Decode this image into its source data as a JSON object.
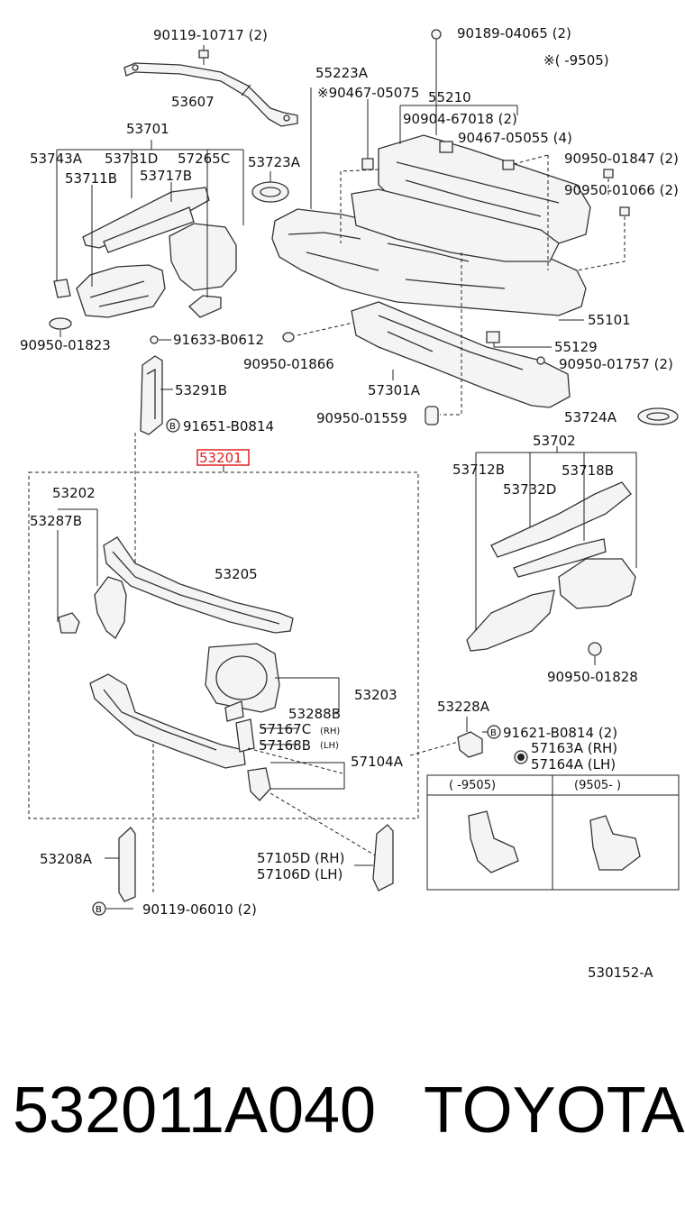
{
  "labels": {
    "p90119_10717": "90119-10717 (2)",
    "p90189_04065": "90189-04065 (2)",
    "note_9505": "※(     -9505)",
    "p53607": "53607",
    "p55223A": "55223A",
    "p90467_05075": "※90467-05075",
    "p55210": "55210",
    "p90904_67018": "90904-67018 (2)",
    "p90467_05055": "90467-05055 (4)",
    "p53701": "53701",
    "p53743A": "53743A",
    "p53731D": "53731D",
    "p57265C": "57265C",
    "p53723A": "53723A",
    "p53711B": "53711B",
    "p53717B": "53717B",
    "p90950_01847": "90950-01847 (2)",
    "p90950_01066": "90950-01066 (2)",
    "p55101": "55101",
    "p90950_01823": "90950-01823",
    "p91633_B0612": "91633-B0612",
    "p90950_01866": "90950-01866",
    "p55129": "55129",
    "p90950_01757": "90950-01757 (2)",
    "p53291B": "53291B",
    "p57301A": "57301A",
    "p90950_01559": "90950-01559",
    "p91651_B0814": "91651-B0814",
    "p53724A": "53724A",
    "p53201": "53201",
    "p53702": "53702",
    "p53712B": "53712B",
    "p53718B": "53718B",
    "p53202": "53202",
    "p53732D": "53732D",
    "p53287B": "53287B",
    "p53205": "53205",
    "p90950_01828": "90950-01828",
    "p53203": "53203",
    "p53288B": "53288B",
    "p53228A": "53228A",
    "p57167C": "57167C",
    "p57167C_side": "(RH)",
    "p57168B": "57168B",
    "p57168B_side": "(LH)",
    "p91621_B0814": "91621-B0814 (2)",
    "p57163A": "57163A (RH)",
    "p57164A": "57164A (LH)",
    "p57104A": "57104A",
    "inset_left": "(      -9505)",
    "inset_right": "(9505-      )",
    "p53208A": "53208A",
    "p57105D": "57105D (RH)",
    "p57106D": "57106D (LH)",
    "p90119_06010": "90119-06010 (2)",
    "diagram_code": "530152-A",
    "bolt_b": "B"
  },
  "footer": {
    "part_number": "532011A040",
    "brand": "TOYOTA"
  },
  "colors": {
    "highlight": "#e02020",
    "ink": "#222222"
  }
}
